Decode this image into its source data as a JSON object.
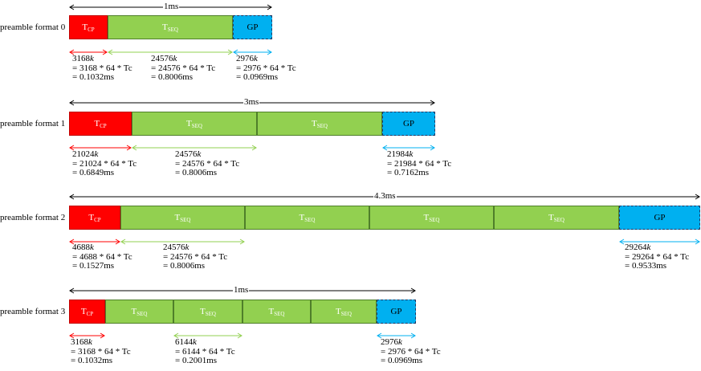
{
  "colors": {
    "cp": "#ff0000",
    "seq": "#92d050",
    "gp": "#00b0f0",
    "arrow_cp": "#ff0000",
    "arrow_seq": "#92d050",
    "arrow_gp": "#00b0f0"
  },
  "formats": [
    {
      "label": "preamble format 0",
      "duration": "1ms",
      "blocks": [
        {
          "kind": "cp",
          "main": "T",
          "sub": "CP"
        },
        {
          "kind": "seq",
          "main": "T",
          "sub": "SEQ"
        },
        {
          "kind": "gp",
          "main": "GP",
          "sub": ""
        }
      ],
      "notes": [
        {
          "kind": "cp",
          "value": "3168",
          "k": "k",
          "formula": "= 3168 * 64 * Tc",
          "result": "= 0.1032ms"
        },
        {
          "kind": "seq",
          "value": "24576",
          "k": "k",
          "formula": "= 24576 * 64 * Tc",
          "result": "= 0.8006ms"
        },
        {
          "kind": "gp",
          "value": "2976",
          "k": "k",
          "formula": "= 2976 * 64 * Tc",
          "result": "= 0.0969ms"
        }
      ]
    },
    {
      "label": "preamble format 1",
      "duration": "3ms",
      "blocks": [
        {
          "kind": "cp",
          "main": "T",
          "sub": "CP"
        },
        {
          "kind": "seq",
          "main": "T",
          "sub": "SEQ"
        },
        {
          "kind": "seq",
          "main": "T",
          "sub": "SEQ"
        },
        {
          "kind": "gp",
          "main": "GP",
          "sub": ""
        }
      ],
      "notes": [
        {
          "kind": "cp",
          "value": "21024",
          "k": "k",
          "formula": "= 21024 * 64 * Tc",
          "result": "= 0.6849ms"
        },
        {
          "kind": "seq",
          "value": "24576",
          "k": "k",
          "formula": "= 24576 * 64 * Tc",
          "result": "= 0.8006ms"
        },
        {
          "kind": "gp",
          "value": "21984",
          "k": "k",
          "formula": "= 21984 * 64 * Tc",
          "result": "= 0.7162ms"
        }
      ]
    },
    {
      "label": "preamble format 2",
      "duration": "4.3ms",
      "blocks": [
        {
          "kind": "cp",
          "main": "T",
          "sub": "CP"
        },
        {
          "kind": "seq",
          "main": "T",
          "sub": "SEQ"
        },
        {
          "kind": "seq",
          "main": "T",
          "sub": "SEQ"
        },
        {
          "kind": "seq",
          "main": "T",
          "sub": "SEQ"
        },
        {
          "kind": "seq",
          "main": "T",
          "sub": "SEQ"
        },
        {
          "kind": "gp",
          "main": "GP",
          "sub": ""
        }
      ],
      "notes": [
        {
          "kind": "cp",
          "value": "4688",
          "k": "k",
          "formula": "= 4688 * 64 * Tc",
          "result": "= 0.1527ms"
        },
        {
          "kind": "seq",
          "value": "24576",
          "k": "k",
          "formula": "= 24576 * 64 * Tc",
          "result": "= 0.8006ms"
        },
        {
          "kind": "gp",
          "value": "29264",
          "k": "k",
          "formula": "= 29264 * 64 * Tc",
          "result": "= 0.9533ms"
        }
      ]
    },
    {
      "label": "preamble format 3",
      "duration": "1ms",
      "blocks": [
        {
          "kind": "cp",
          "main": "T",
          "sub": "CP"
        },
        {
          "kind": "seq",
          "main": "T",
          "sub": "SEQ"
        },
        {
          "kind": "seq",
          "main": "T",
          "sub": "SEQ"
        },
        {
          "kind": "seq",
          "main": "T",
          "sub": "SEQ"
        },
        {
          "kind": "seq",
          "main": "T",
          "sub": "SEQ"
        },
        {
          "kind": "gp",
          "main": "GP",
          "sub": ""
        }
      ],
      "notes": [
        {
          "kind": "cp",
          "value": "3168",
          "k": "k",
          "formula": "= 3168 * 64 * Tc",
          "result": "= 0.1032ms"
        },
        {
          "kind": "seq",
          "value": "6144",
          "k": "k",
          "formula": "= 6144 * 64 * Tc",
          "result": "= 0.2001ms"
        },
        {
          "kind": "gp",
          "value": "2976",
          "k": "k",
          "formula": "= 2976 * 64 * Tc",
          "result": "= 0.0969ms"
        }
      ]
    }
  ]
}
